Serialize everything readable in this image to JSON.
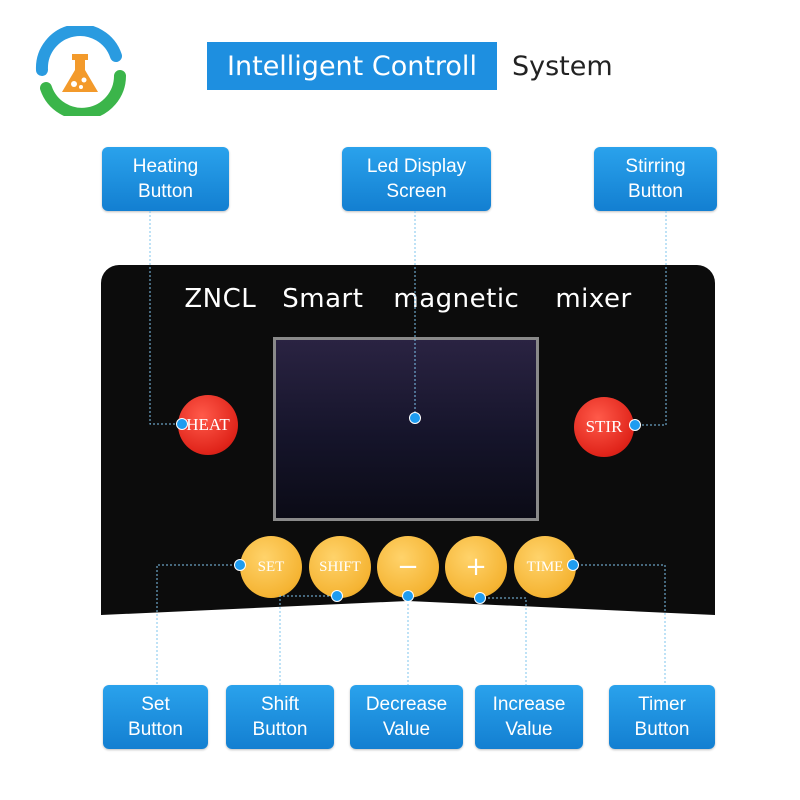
{
  "header": {
    "title_highlight": "Intelligent Controll",
    "title_rest": "System"
  },
  "panel": {
    "title_words": [
      "ZNCL",
      "Smart",
      "magnetic",
      "mixer"
    ]
  },
  "buttons": {
    "heat": "HEAT",
    "stir": "STIR",
    "set": "SET",
    "shift": "SHIFT",
    "minus": "−",
    "plus": "+",
    "time": "TIME"
  },
  "callouts": {
    "heating": [
      "Heating",
      "Button"
    ],
    "display": [
      "Led Display",
      "Screen"
    ],
    "stirring": [
      "Stirring",
      "Button"
    ],
    "set": [
      "Set",
      "Button"
    ],
    "shift": [
      "Shift",
      "Button"
    ],
    "decrease": [
      "Decrease",
      "Value"
    ],
    "increase": [
      "Increase",
      "Value"
    ],
    "timer": [
      "Timer",
      "Button"
    ]
  },
  "colors": {
    "accent_blue": "#1e8fe0",
    "panel_black": "#0c0c0c",
    "heat_red": "#e0241a",
    "control_yellow": "#f5b433",
    "logo_green": "#3bb54a",
    "logo_orange": "#f39a2b"
  },
  "icons": {
    "logo": "flask-logo-icon"
  }
}
